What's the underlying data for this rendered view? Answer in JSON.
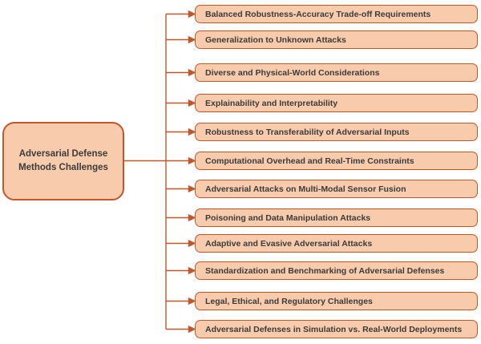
{
  "diagram": {
    "root": {
      "label": "Adversarial Defense Methods Challenges"
    },
    "branches": [
      {
        "label": "Balanced Robustness-Accuracy Trade-off Requirements"
      },
      {
        "label": "Generalization to Unknown Attacks"
      },
      {
        "label": "Diverse and Physical-World Considerations"
      },
      {
        "label": "Explainability and Interpretability"
      },
      {
        "label": "Robustness to Transferability of Adversarial Inputs"
      },
      {
        "label": "Computational Overhead and Real-Time Constraints"
      },
      {
        "label": "Adversarial Attacks on Multi-Modal Sensor Fusion"
      },
      {
        "label": "Poisoning and Data Manipulation Attacks"
      },
      {
        "label": "Adaptive and Evasive Adversarial Attacks"
      },
      {
        "label": "Standardization and Benchmarking of Adversarial Defenses"
      },
      {
        "label": "Legal, Ethical, and Regulatory Challenges"
      },
      {
        "label": "Adversarial Defenses in Simulation vs. Real-World Deployments"
      }
    ],
    "colors": {
      "node_fill": "#F8CBAD",
      "node_border": "#C2572A",
      "connector": "#C2572A",
      "text": "#3B3B3B",
      "background": "#FFFFFF"
    }
  }
}
